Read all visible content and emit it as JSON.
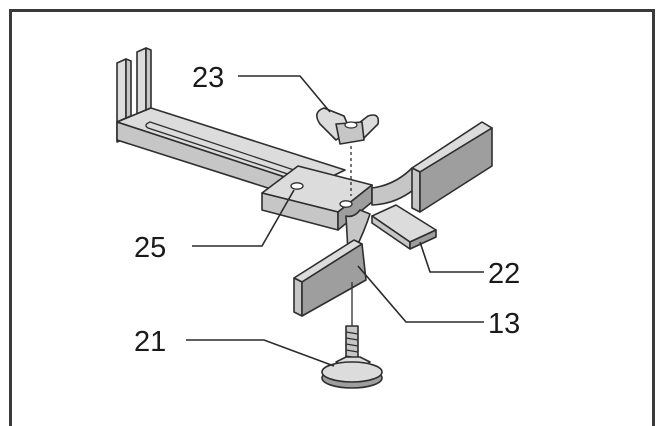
{
  "callouts": [
    {
      "id": "23",
      "text": "23"
    },
    {
      "id": "25",
      "text": "25"
    },
    {
      "id": "22",
      "text": "22"
    },
    {
      "id": "13",
      "text": "13"
    },
    {
      "id": "21",
      "text": "21"
    }
  ],
  "colors": {
    "frame": "#3a3a3a",
    "part_fill": "#c6c6c6",
    "part_light": "#dcdcdc",
    "part_dark": "#9e9e9e",
    "line": "#2e2e2e"
  }
}
